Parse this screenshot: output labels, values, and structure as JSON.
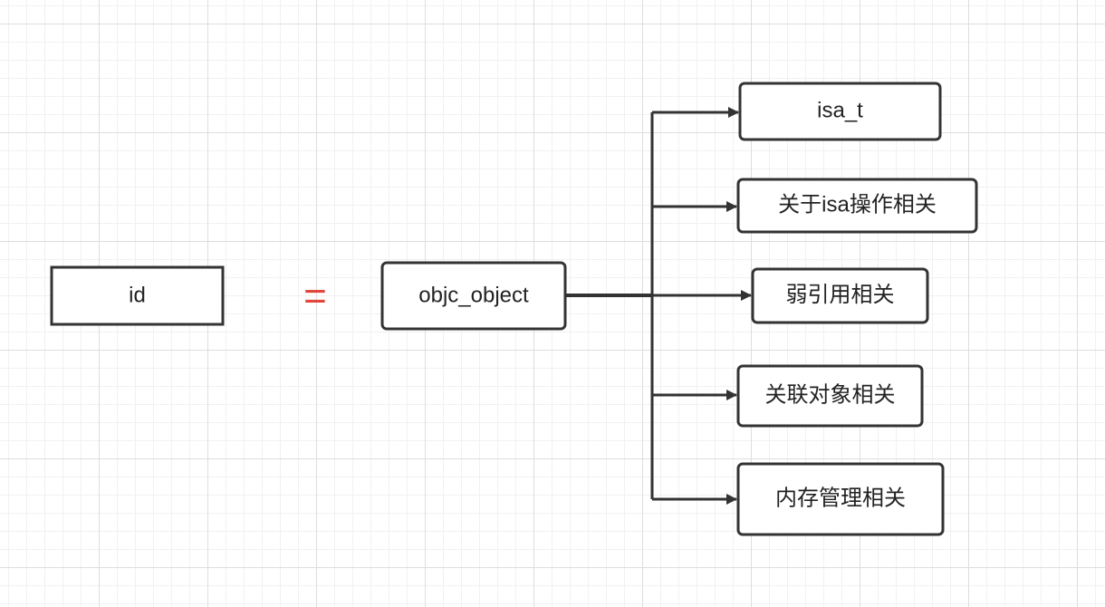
{
  "diagram": {
    "equals_sign": "=",
    "colors": {
      "stroke": "#333333",
      "equals_accent": "#e0463a"
    },
    "nodes": {
      "id": "id",
      "objc_object": "objc_object",
      "isa_t": "isa_t",
      "isa_ops": "关于isa操作相关",
      "weak_ref": "弱引用相关",
      "assoc_obj": "关联对象相关",
      "memory_mgmt": "内存管理相关"
    },
    "edges": [
      {
        "from": "objc_object",
        "to": "isa_t"
      },
      {
        "from": "objc_object",
        "to": "isa_ops"
      },
      {
        "from": "objc_object",
        "to": "weak_ref"
      },
      {
        "from": "objc_object",
        "to": "assoc_obj"
      },
      {
        "from": "objc_object",
        "to": "memory_mgmt"
      }
    ]
  }
}
